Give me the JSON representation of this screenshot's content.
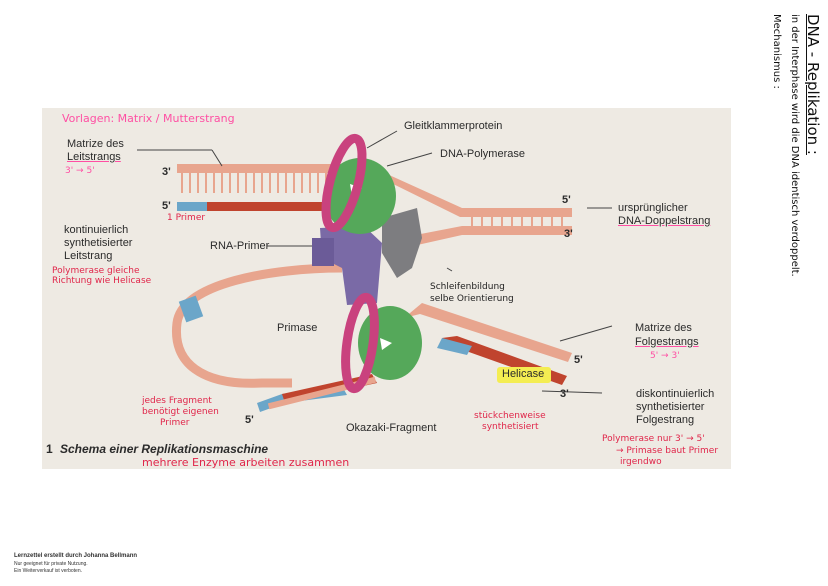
{
  "diagram": {
    "labels": {
      "gleitklammer": "Gleitklammerprotein",
      "dna_polymerase": "DNA-Polymerase",
      "matrize_leit": "Matrize des",
      "leitstrang": "Leitstrangs",
      "three_prime_top": "3'",
      "five_prime_top": "5'",
      "five_prime_right": "5'",
      "three_prime_right": "3'",
      "urspruenglicher": "ursprünglicher",
      "dna_doppelstrang": "DNA-Doppelstrang",
      "kontinuierlich": "kontinuierlich",
      "synthetisierter": "synthetisierter",
      "leitstrang2": "Leitstrang",
      "rna_primer": "RNA-Primer",
      "helicase": "Helicase",
      "primase": "Primase",
      "matrize_des": "Matrize des",
      "folgestrangs": "Folgestrangs",
      "five_prime_folge": "5'",
      "three_prime_folge": "3'",
      "diskontinuierlich": "diskontinuierlich",
      "synthetisierter2": "synthetisierter",
      "folgestrang": "Folgestrang",
      "five_prime_bottom": "5'",
      "okazaki": "Okazaki-Fragment",
      "caption_num": "1",
      "caption": "Schema einer Replikationsmaschine"
    },
    "handwriting": {
      "vorlagen": "Vorlagen: Matrix / Mutterstrang",
      "leit_dir": "3' → 5'",
      "primer": "1 Primer",
      "polymerase_gleiche": "Polymerase gleiche",
      "richtung": "Richtung wie Helicase",
      "schleife1": "Schleifenbildung",
      "schleife2": "selbe Orientierung",
      "folge_dir": "5' → 3'",
      "fragment1": "jedes Fragment",
      "fragment2": "benötigt eigenen",
      "fragment3": "Primer",
      "stueck1": "stückchenweise",
      "stueck2": "synthetisiert",
      "poly_nur": "Polymerase nur 3' → 5'",
      "primase_baut": "→ Primase baut Primer",
      "irgendwo": "irgendwo",
      "enzyme": "mehrere Enzyme arbeiten zusammen"
    }
  },
  "side_notes": {
    "title": "DNA - Replikation :",
    "line1": "in der Interphase wird die DNA identisch verdoppelt.",
    "line2": "Mechanismus :"
  },
  "footer": {
    "author": "Lernzettel erstellt durch Johanna Bellmann",
    "note1": "Nur geeignet für private Nutzung.",
    "note2": "Ein Weiterverkauf ist verboten."
  },
  "colors": {
    "strand_light": "#e8a58e",
    "strand_dark": "#c0442e",
    "primer_blue": "#6ba6c9",
    "polymerase_green": "#55a85a",
    "clamp_pink": "#c9427e",
    "helicase_gray": "#7d7d80",
    "primase_purple": "#7a6aa6",
    "handwriting_red": "#e0264a",
    "handwriting_pink": "#ff4fa3"
  }
}
